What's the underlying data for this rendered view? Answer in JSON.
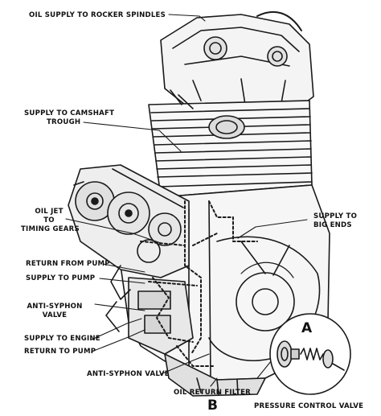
{
  "labels": {
    "oil_supply_rocker": "OIL SUPPLY TO ROCKER SPINDLES",
    "supply_camshaft_1": "SUPPLY TO CAMSHAFT",
    "supply_camshaft_2": "TROUGH",
    "oil_jet_1": "OIL JET",
    "oil_jet_2": "TO",
    "oil_jet_3": "TIMING GEARS",
    "supply_big_ends_1": "SUPPLY TO",
    "supply_big_ends_2": "BIG ENDS",
    "return_from_pump": "RETURN FROM PUMP",
    "supply_to_pump": "SUPPLY TO PUMP",
    "anti_syphon_1": "ANTI-SYPHON",
    "anti_syphon_2": "VALVE",
    "supply_to_engine": "SUPPLY TO ENGINE",
    "return_to_pump": "RETURN TO PUMP",
    "anti_syphon_valve": "ANTI-SYPHON VALVE",
    "oil_return_filter": "OIL RETURN FILTER",
    "pressure_control_valve": "PRESSURE CONTROL VALVE"
  },
  "markers": {
    "a": "A",
    "b": "B"
  },
  "colors": {
    "ink": "#1a1a1a",
    "paper": "#ffffff"
  }
}
